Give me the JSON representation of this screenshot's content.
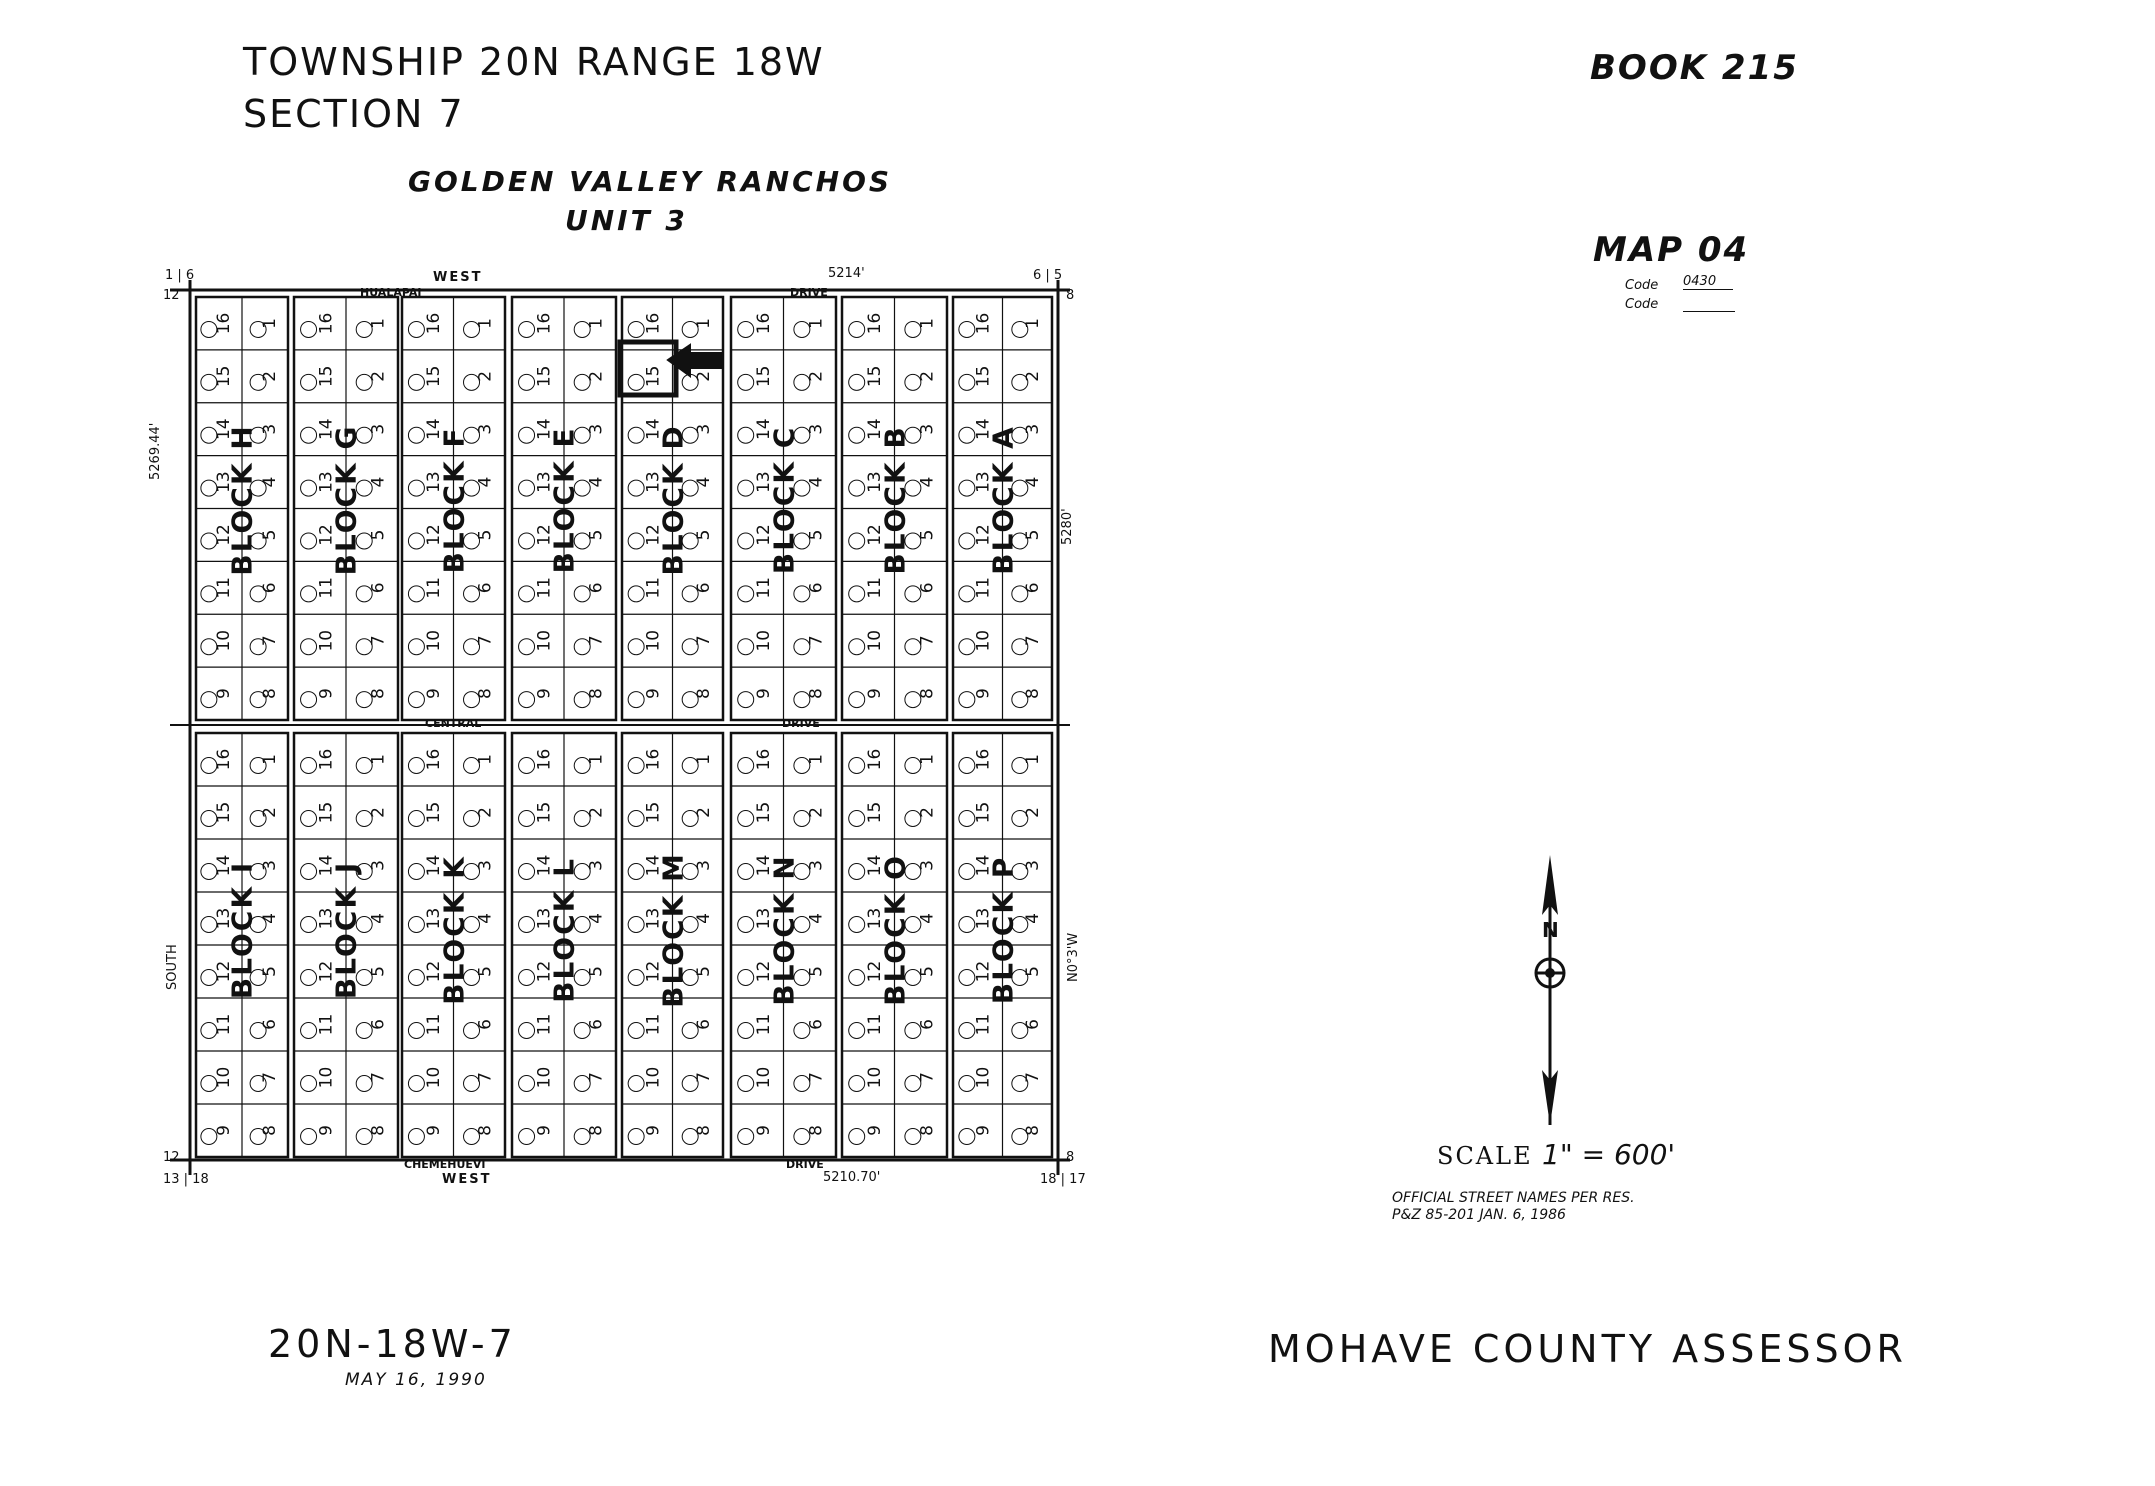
{
  "header": {
    "township_range": "TOWNSHIP 20N    RANGE 18W",
    "section": "SECTION 7",
    "subdivision": "GOLDEN VALLEY RANCHOS",
    "unit": "UNIT 3",
    "book": "BOOK  215",
    "map": "MAP  04",
    "code1_label": "Code",
    "code1_value": "0430",
    "code2_label": "Code"
  },
  "footer": {
    "map_id": "20N-18W-7",
    "date": "MAY 16, 1990",
    "assessor": "MOHAVE COUNTY ASSESSOR",
    "scale_prefix": "SCALE",
    "scale_value": "1\" = 600'",
    "note_line1": "OFFICIAL STREET NAMES PER RES.",
    "note_line2": "P&Z 85-201 JAN. 6, 1986",
    "north": "N"
  },
  "plat": {
    "top_street": "WEST",
    "top_dim": "5214'",
    "top_drive": "DRIVE",
    "top_hualapai": "HUALAPAI",
    "mid_central": "CENTRAL",
    "mid_drive": "DRIVE",
    "bottom_street": "WEST",
    "bottom_dim": "5210.70'",
    "bottom_drive": "DRIVE",
    "bottom_chemehuevi": "CHEMEHUEVI",
    "left_dim": "5269.44'",
    "right_dim": "5280'",
    "left_south": "SOUTH",
    "right_bearing": "N0°3'W",
    "corner_tl": "1 | 6",
    "corner_tl2": "12",
    "corner_tr": "6 | 5",
    "corner_tr2": "8",
    "corner_bl": "13 | 18",
    "corner_bl2": "12",
    "corner_br": "18 | 17",
    "corner_br2": "8",
    "upper_blocks": [
      "H",
      "G",
      "F",
      "E",
      "D",
      "C",
      "B",
      "A"
    ],
    "lower_blocks": [
      "I",
      "J",
      "K",
      "L",
      "M",
      "N",
      "O",
      "P"
    ],
    "block_prefix": "BLOCK"
  }
}
